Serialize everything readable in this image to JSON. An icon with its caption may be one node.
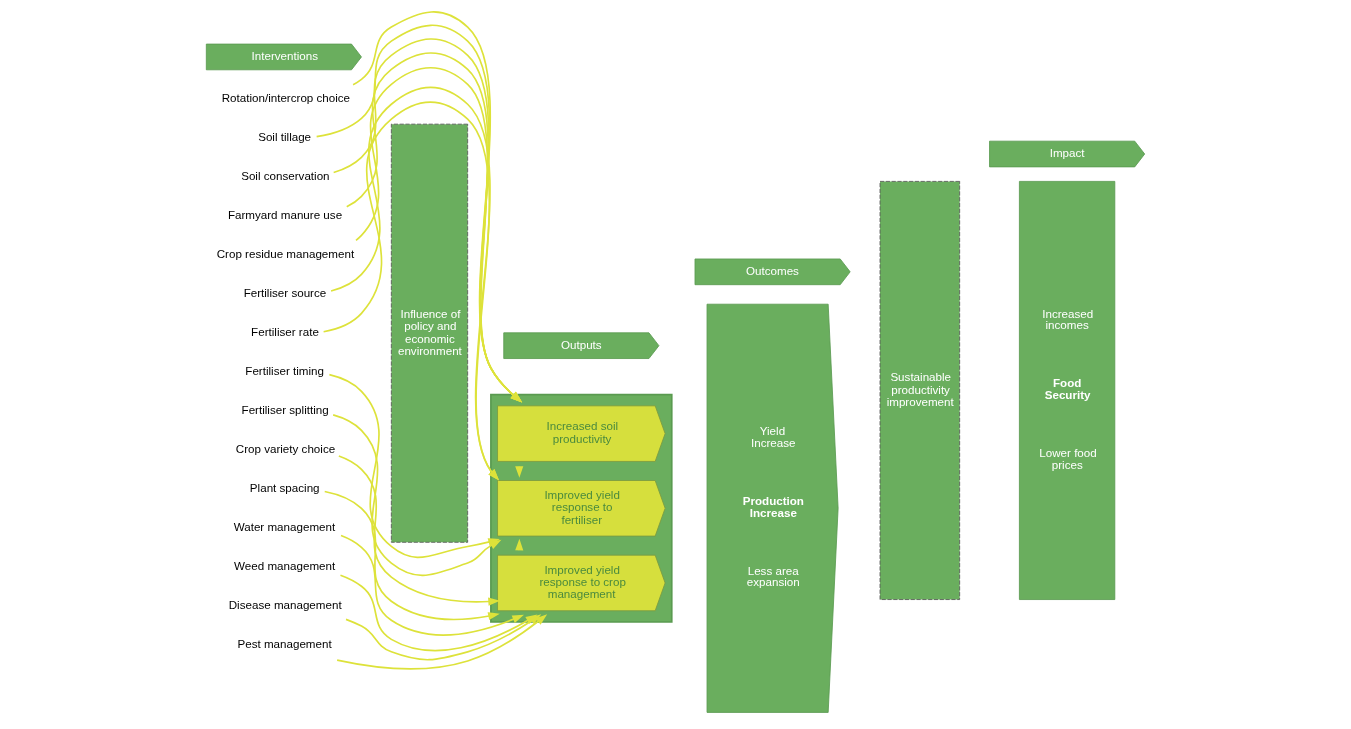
{
  "diagram": {
    "nodes": [
      {
        "text": [
          "Interventions"
        ]
      },
      {
        "text": [
          "Outputs"
        ]
      },
      {
        "text": [
          "Outcomes"
        ]
      },
      {
        "text": [
          "Impact"
        ]
      },
      {
        "text": [
          "Rotation/intercrop choice"
        ]
      },
      {
        "text": [
          "Soil tillage"
        ]
      },
      {
        "text": [
          "Soil conservation"
        ]
      },
      {
        "text": [
          "Farmyard manure use"
        ]
      },
      {
        "text": [
          "Crop residue management"
        ]
      },
      {
        "text": [
          "Fertiliser source"
        ]
      },
      {
        "text": [
          "Fertiliser rate"
        ]
      },
      {
        "text": [
          "Fertiliser timing"
        ]
      },
      {
        "text": [
          "Fertiliser splitting"
        ]
      },
      {
        "text": [
          "Crop variety choice"
        ]
      },
      {
        "text": [
          "Plant spacing"
        ]
      },
      {
        "text": [
          "Water management"
        ]
      },
      {
        "text": [
          "Weed management"
        ]
      },
      {
        "text": [
          "Disease management"
        ]
      },
      {
        "text": [
          "Pest management"
        ]
      },
      {
        "text": [
          "Influence of policy and economic environment"
        ]
      },
      {
        "text": [],
        "shape": "arrow"
      },
      {
        "text": [
          "Increased soil productivity"
        ],
        "in": 20
      },
      {
        "text": [
          "Improved yield response to fertiliser"
        ],
        "in": 20
      },
      {
        "text": [
          "Improved yield response to crop management"
        ],
        "in": 20
      },
      {
        "text": [
          "Yield Increase",
          "Production Increase",
          "Less area expansion"
        ]
      },
      {
        "text": [
          "Sustainable productivity improvement"
        ]
      },
      {
        "text": [
          "Increased incomes",
          "Food Security",
          "Lower food prices"
        ]
      }
    ],
    "edges": [
      {
        "from": 4,
        "to": 21,
        "arrow": "to"
      },
      {
        "from": 5,
        "to": 21,
        "arrow": "to"
      },
      {
        "from": 6,
        "to": 21,
        "arrow": "to"
      },
      {
        "from": 7,
        "to": 21,
        "arrow": "to"
      },
      {
        "from": 8,
        "to": 21,
        "arrow": "to"
      },
      {
        "from": 9,
        "to": 22,
        "arrow": "to"
      },
      {
        "from": 10,
        "to": 22,
        "arrow": "to"
      },
      {
        "from": 11,
        "to": 22,
        "arrow": "to"
      },
      {
        "from": 12,
        "to": 22,
        "arrow": "to"
      },
      {
        "from": 13,
        "to": 23,
        "arrow": "to"
      },
      {
        "from": 14,
        "to": 23,
        "arrow": "to"
      },
      {
        "from": 15,
        "to": 23,
        "arrow": "to"
      },
      {
        "from": 16,
        "to": 23,
        "arrow": "to"
      },
      {
        "from": 17,
        "to": 23,
        "arrow": "to"
      },
      {
        "from": 18,
        "to": 23,
        "arrow": "to"
      },
      {
        "from": 21,
        "to": 22,
        "arrow": "to"
      },
      {
        "from": 23,
        "to": 22,
        "arrow": "to"
      }
    ]
  }
}
